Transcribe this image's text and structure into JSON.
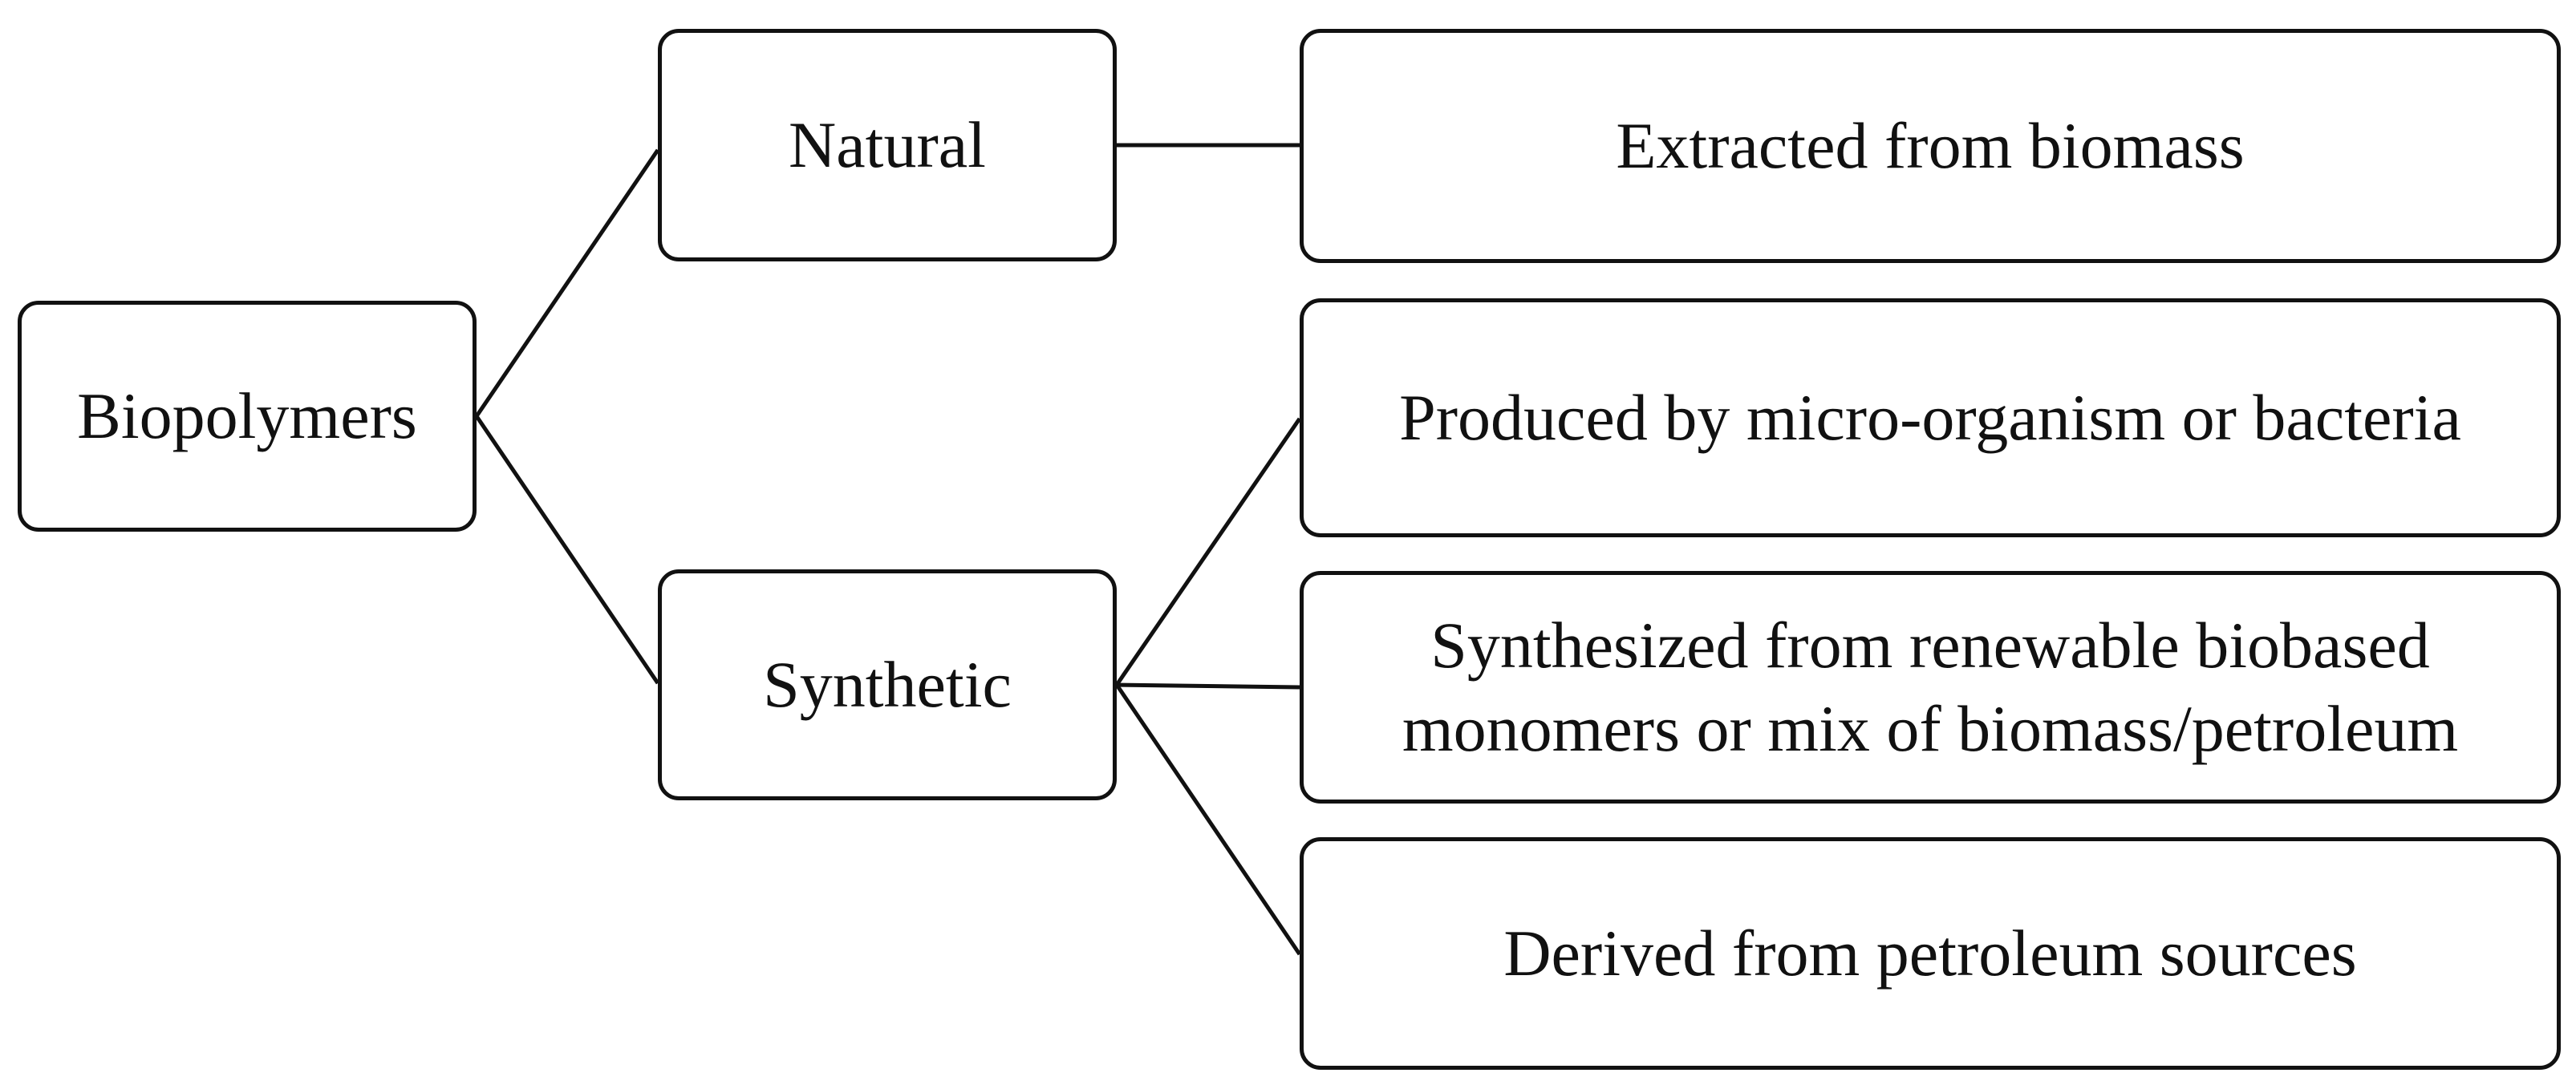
{
  "nodes": {
    "biopolymers": "Biopolymers",
    "natural": "Natural",
    "synthetic": "Synthetic",
    "extracted": "Extracted from biomass",
    "produced": "Produced by micro-organism or bacteria",
    "synthesized_line1": "Synthesized from renewable biobased",
    "synthesized_line2": "monomers or mix of biomass/petroleum",
    "derived": "Derived from petroleum sources"
  },
  "colors": {
    "stroke": "#111111",
    "background": "#ffffff",
    "text": "#111111"
  }
}
